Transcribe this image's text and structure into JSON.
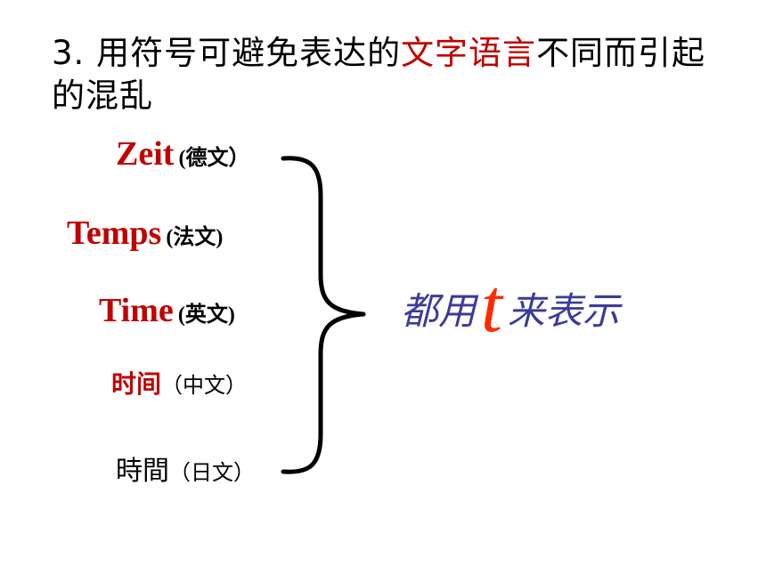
{
  "heading": {
    "part1": "3. 用符号可避免表达的",
    "highlight": "文字语言",
    "part2": "不同而引起的混乱"
  },
  "terms": [
    {
      "term": "Zeit",
      "note": "(德文）"
    },
    {
      "term": "Temps",
      "note": "(法文)"
    },
    {
      "term": "Time",
      "note": "(英文)"
    },
    {
      "term": "时间",
      "note": "（中文）"
    },
    {
      "term": "時間",
      "note": "（日文）"
    }
  ],
  "result": {
    "before": "都用",
    "symbol": "t",
    "after": "来表示"
  },
  "colors": {
    "highlight": "#c00000",
    "result_text": "#3b3b9b",
    "symbol": "#ff2a00"
  }
}
